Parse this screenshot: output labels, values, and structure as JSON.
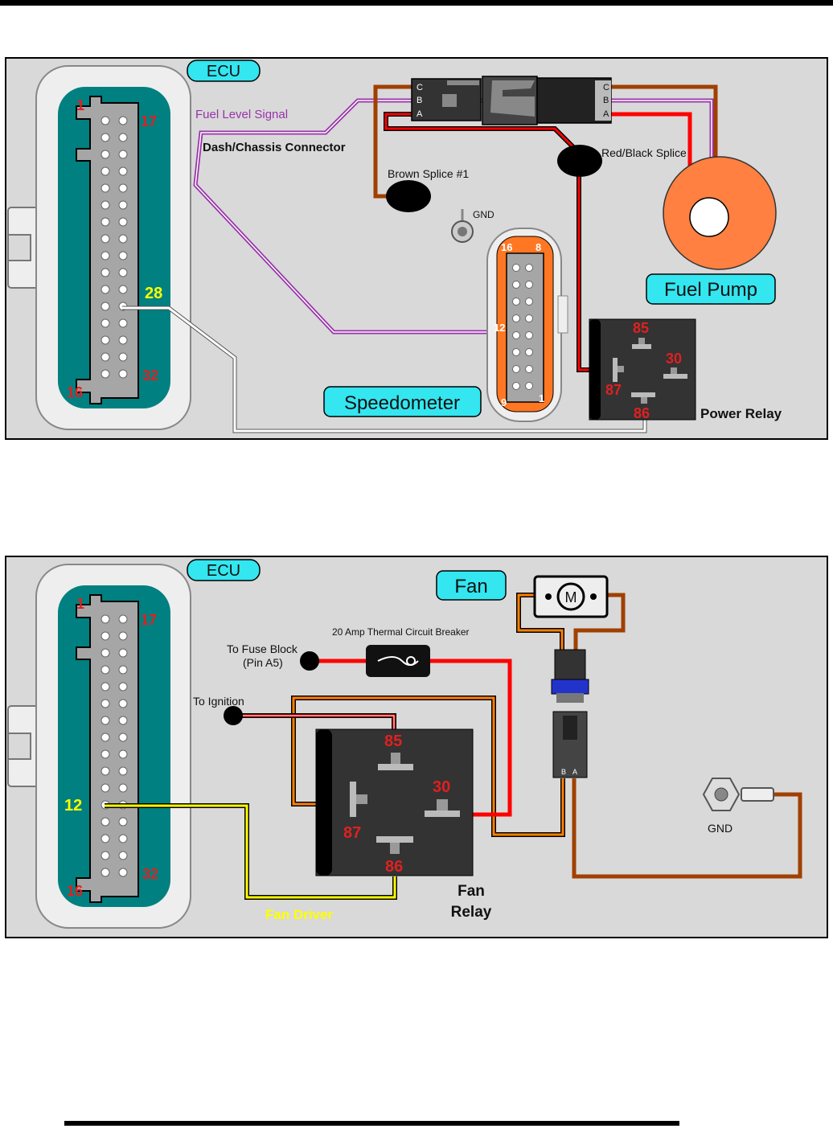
{
  "diagram1": {
    "ecu_label": "ECU",
    "pin_1": "1",
    "pin_17": "17",
    "pin_16": "16",
    "pin_32": "32",
    "pin_28": "28",
    "fuel_level_signal": "Fuel Level Signal",
    "dash_chassis_connector": "Dash/Chassis Connector",
    "conn_left": [
      "C",
      "B",
      "A"
    ],
    "conn_right": [
      "C",
      "B",
      "A"
    ],
    "brown_splice": "Brown Splice #1",
    "gnd": "GND",
    "red_black_splice": "Red/Black Splice",
    "fuel_pump": "Fuel Pump",
    "speedometer": "Speedometer",
    "speedo_pin_16": "16",
    "speedo_pin_8": "8",
    "speedo_pin_12": "12",
    "speedo_pin_9": "9",
    "speedo_pin_1": "1",
    "relay_85": "85",
    "relay_30": "30",
    "relay_87": "87",
    "relay_86": "86",
    "power_relay": "Power Relay"
  },
  "diagram2": {
    "ecu_label": "ECU",
    "pin_1": "1",
    "pin_17": "17",
    "pin_16": "16",
    "pin_32": "32",
    "pin_12": "12",
    "fan_label": "Fan",
    "motor_symbol": "M",
    "to_fuse_block": "To Fuse Block",
    "pin_a5": "(Pin A5)",
    "breaker": "20 Amp Thermal Circuit Breaker",
    "to_ignition": "To Ignition",
    "relay_85": "85",
    "relay_30": "30",
    "relay_87": "87",
    "relay_86": "86",
    "fan_relay_1": "Fan",
    "fan_relay_2": "Relay",
    "fan_driver": "Fan Driver",
    "conn_b": "B",
    "conn_a": "A",
    "gnd": "GND"
  },
  "colors": {
    "panel": "#d9d9d9",
    "teal": "#008080",
    "cyan_label": "#33e6f0",
    "orange": "#ff8000",
    "brown": "#a04000",
    "red": "#ff0000",
    "purple": "#9933aa",
    "yellow": "#ffff00",
    "relay": "#333333"
  }
}
